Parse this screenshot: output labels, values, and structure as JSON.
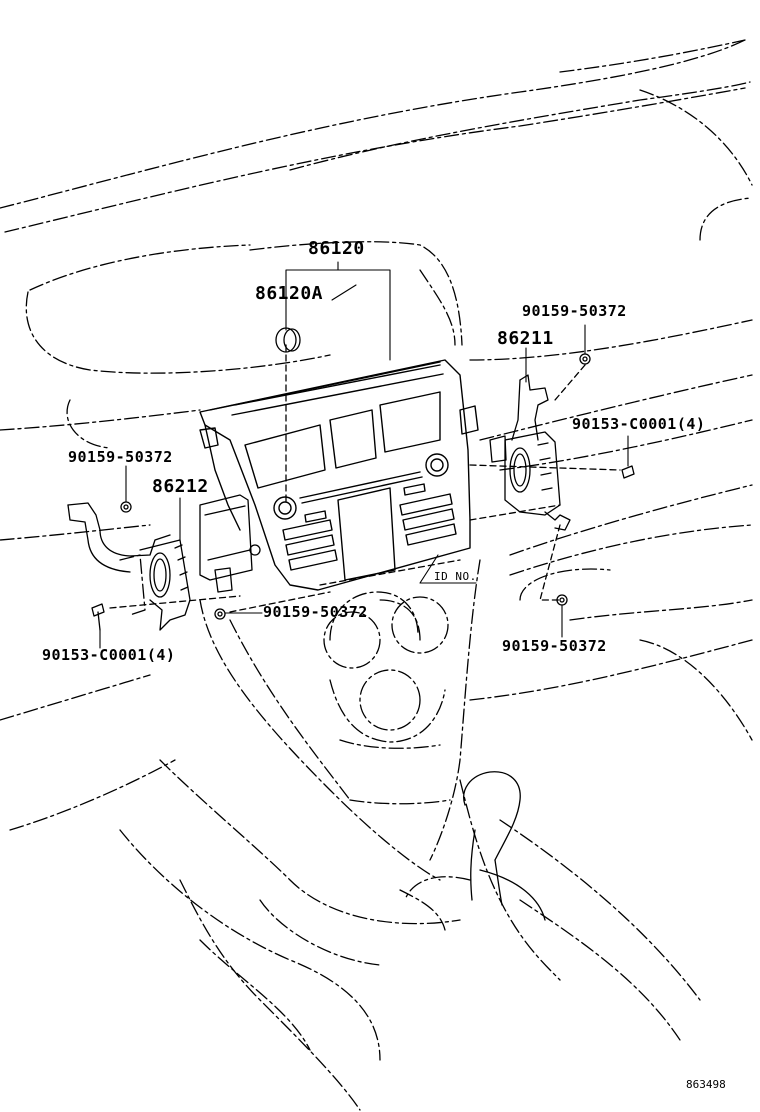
{
  "labels": {
    "part_86120": "86120",
    "part_86120a": "86120A",
    "part_86211": "86211",
    "part_86212": "86212",
    "bolt_top_right": "90159-50372",
    "screw_right": "90153-C0001(4)",
    "bolt_left_top": "90159-50372",
    "screw_left": "90153-C0001(4)",
    "bolt_center": "90159-50372",
    "bolt_bottom_right": "90159-50372",
    "id_no": "ID NO.",
    "figure_number": "863498"
  }
}
